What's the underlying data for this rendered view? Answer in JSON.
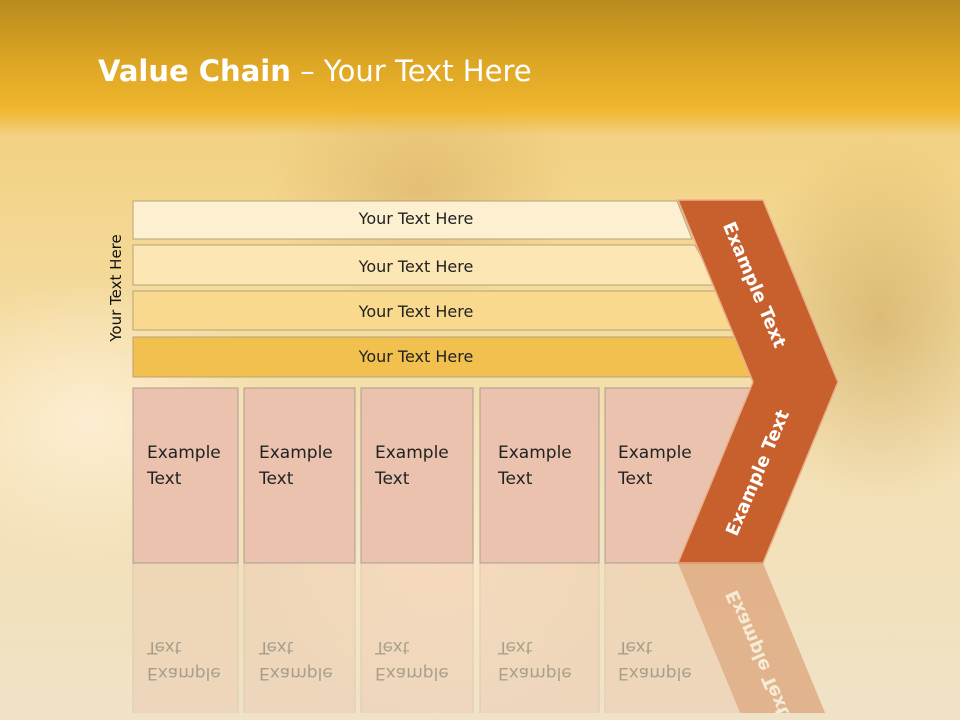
{
  "slide": {
    "title_bold": "Value Chain",
    "title_rest": " – Your Text Here",
    "side_label": "Your Text Here"
  },
  "bands": [
    {
      "label": "Your Text Here",
      "color": "#fcf0d0"
    },
    {
      "label": "Your Text Here",
      "color": "#fbe6b4"
    },
    {
      "label": "Your Text Here",
      "color": "#f8d98e"
    },
    {
      "label": "Your Text Here",
      "color": "#f1c04e"
    }
  ],
  "boxes": [
    {
      "line1": "Example",
      "line2": "Text"
    },
    {
      "line1": "Example",
      "line2": "Text"
    },
    {
      "line1": "Example",
      "line2": "Text"
    },
    {
      "line1": "Example",
      "line2": "Text"
    },
    {
      "line1": "Example",
      "line2": "Text"
    }
  ],
  "chevron": {
    "upper_label": "Example Text",
    "lower_label": "Example Text",
    "color": "#c8602e"
  },
  "colors": {
    "header": "#dca524",
    "box_fill": "#ebc2ad",
    "box_border": "#a89f94"
  }
}
